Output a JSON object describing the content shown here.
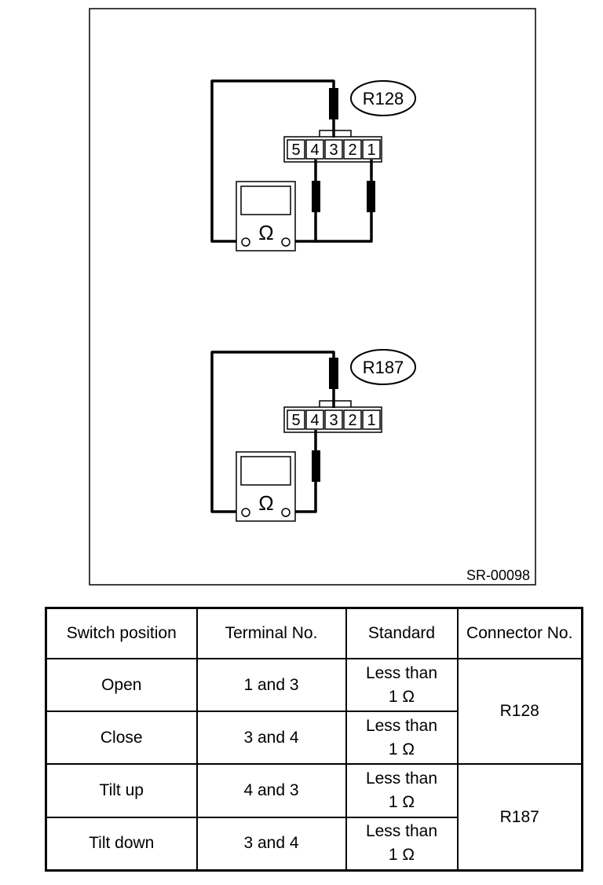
{
  "diagram": {
    "figure_code": "SR-00098",
    "ohm_symbol": "Ω",
    "connectors": [
      {
        "name": "R128",
        "pins": [
          "5",
          "4",
          "3",
          "2",
          "1"
        ]
      },
      {
        "name": "R187",
        "pins": [
          "5",
          "4",
          "3",
          "2",
          "1"
        ]
      }
    ]
  },
  "table": {
    "headers": [
      "Switch position",
      "Terminal No.",
      "Standard",
      "Connector No."
    ],
    "rows": [
      {
        "switch_position": "Open",
        "terminal": "1 and 3",
        "standard_line1": "Less than",
        "standard_line2": "1 Ω",
        "connector": "R128"
      },
      {
        "switch_position": "Close",
        "terminal": "3 and 4",
        "standard_line1": "Less than",
        "standard_line2": "1 Ω",
        "connector": "R128"
      },
      {
        "switch_position": "Tilt up",
        "terminal": "4 and 3",
        "standard_line1": "Less than",
        "standard_line2": "1 Ω",
        "connector": "R187"
      },
      {
        "switch_position": "Tilt down",
        "terminal": "3 and 4",
        "standard_line1": "Less than",
        "standard_line2": "1 Ω",
        "connector": "R187"
      }
    ]
  }
}
